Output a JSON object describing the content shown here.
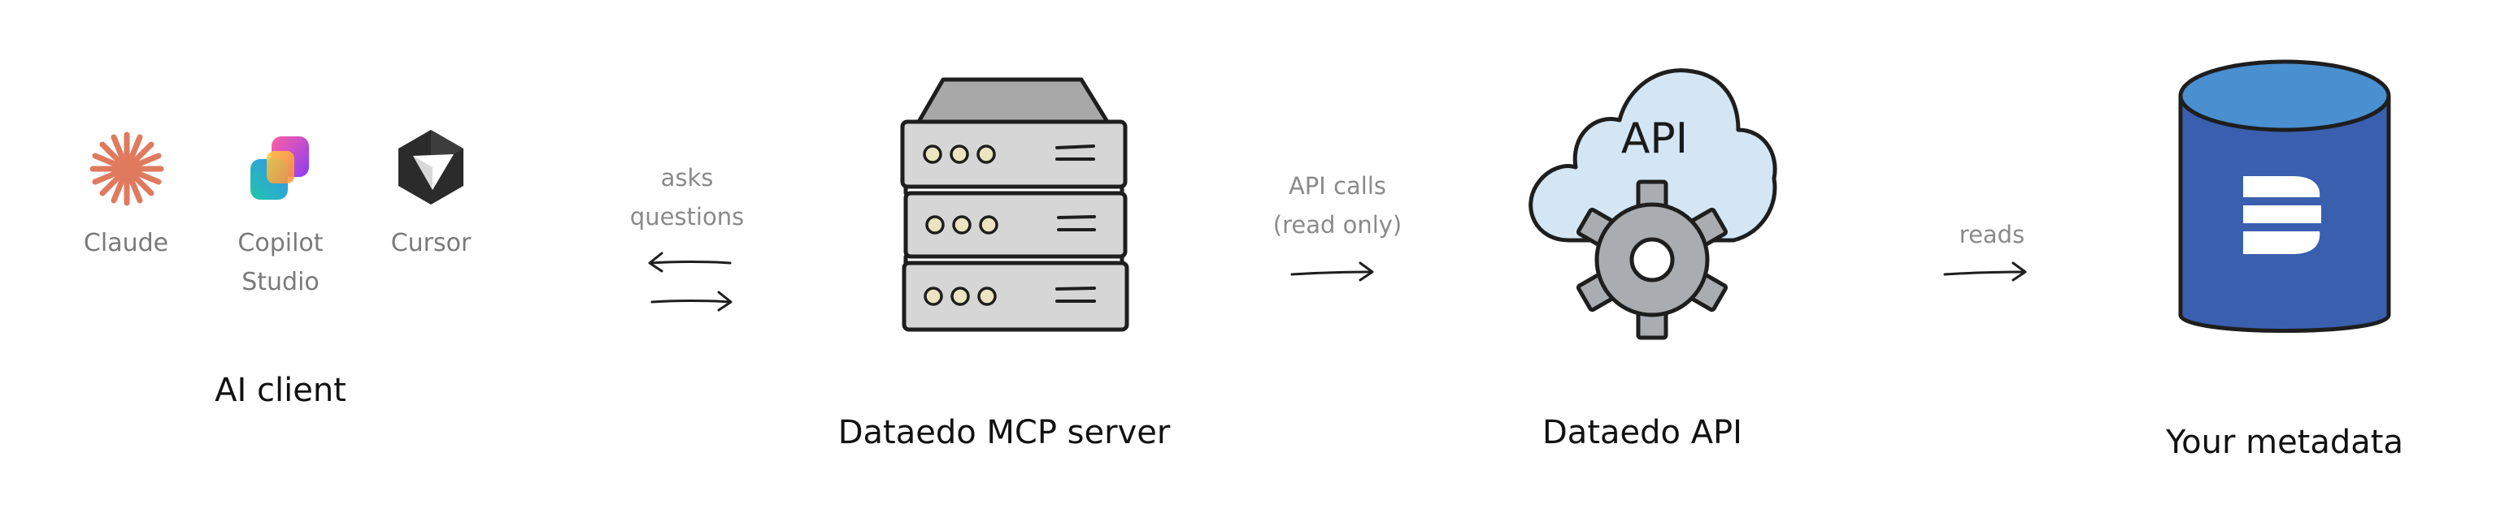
{
  "ai_client": {
    "title": "AI client",
    "clients": [
      {
        "name": "Claude",
        "icon": "claude-icon",
        "color": "#e07a5f"
      },
      {
        "name_line1": "Copilot",
        "name_line2": "Studio",
        "icon": "copilot-icon"
      },
      {
        "name": "Cursor",
        "icon": "cursor-icon",
        "color": "#2b2b2b"
      }
    ]
  },
  "edges": {
    "asks": {
      "line1": "asks",
      "line2": "questions"
    },
    "api_calls": {
      "line1": "API calls",
      "line2": "(read only)"
    },
    "reads": {
      "label": "reads"
    }
  },
  "nodes": {
    "mcp_server": {
      "title": "Dataedo MCP server",
      "icon": "server-rack-icon"
    },
    "api": {
      "title": "Dataedo API",
      "icon_text": "API",
      "icon": "cloud-gear-icon"
    },
    "metadata": {
      "title": "Your metadata",
      "icon": "database-icon",
      "color": "#3a5fae"
    }
  }
}
